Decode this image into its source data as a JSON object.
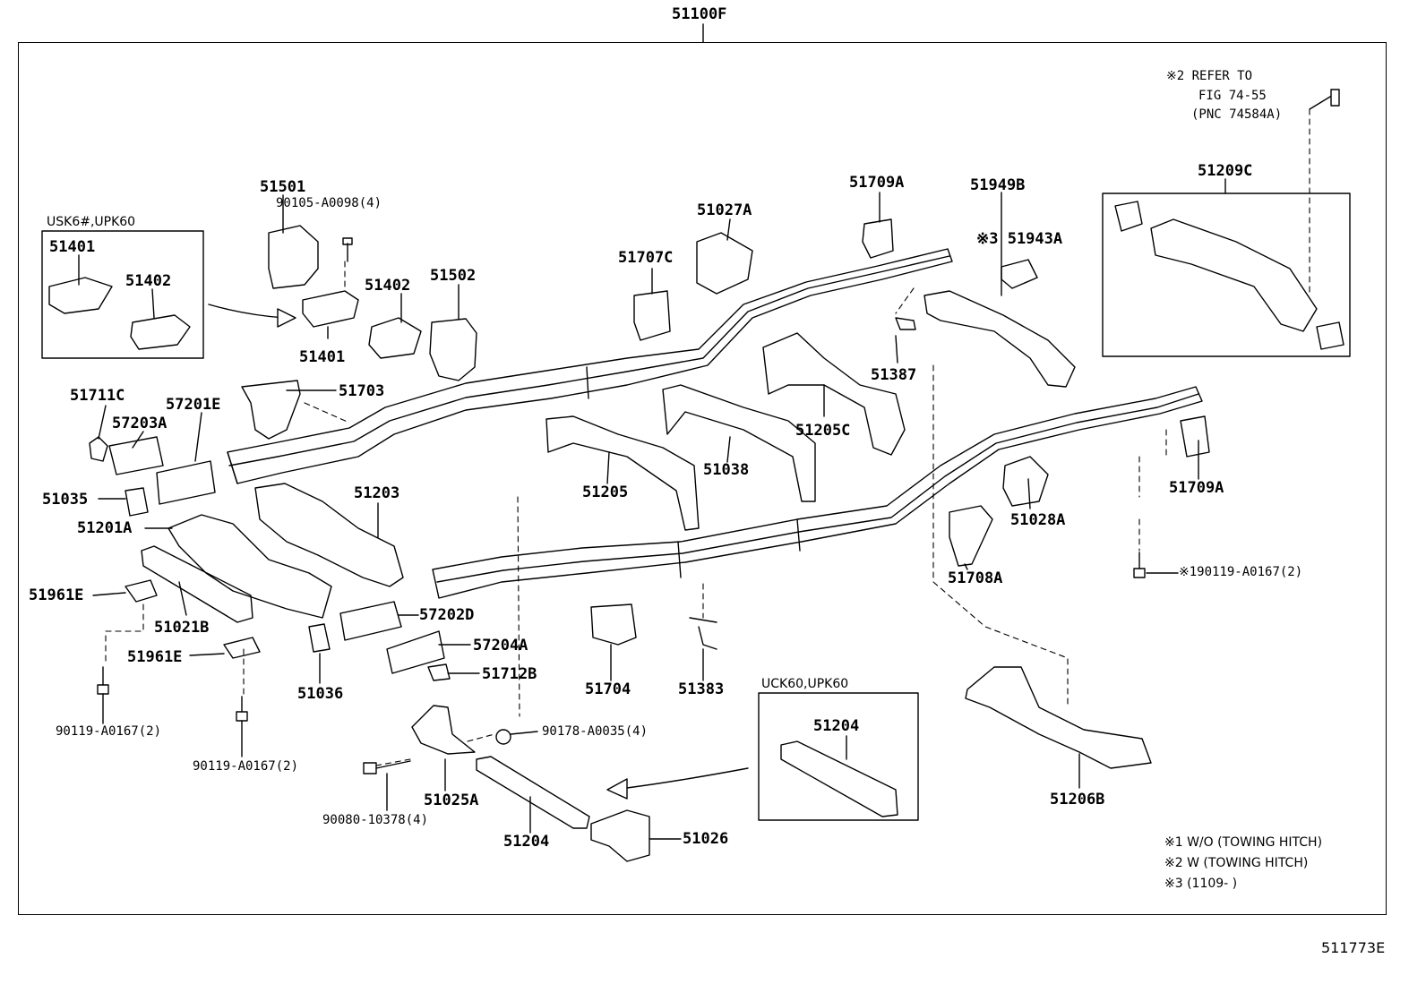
{
  "top_assembly": "51100F",
  "figure_code": "511773E",
  "refer_note": {
    "line1": "※2 REFER TO",
    "line2": "FIG 74-55",
    "line3": "(PNC 74584A)"
  },
  "boxes": {
    "usk": "USK6#,UPK60",
    "uck": "UCK60,UPK60"
  },
  "legend": [
    "※1 W/O (TOWING HITCH)",
    "※2 W (TOWING HITCH)",
    "※3 (1109-        )"
  ],
  "labels": [
    {
      "id": "p51401a",
      "text": "51401"
    },
    {
      "id": "p51402a",
      "text": "51402"
    },
    {
      "id": "p51501",
      "text": "51501"
    },
    {
      "id": "p90105",
      "text": "90105-A0098(4)"
    },
    {
      "id": "p51401b",
      "text": "51401"
    },
    {
      "id": "p51402b",
      "text": "51402"
    },
    {
      "id": "p51502",
      "text": "51502"
    },
    {
      "id": "p51707c",
      "text": "51707C"
    },
    {
      "id": "p51027a",
      "text": "51027A"
    },
    {
      "id": "p51709a1",
      "text": "51709A"
    },
    {
      "id": "p51949b",
      "text": "51949B"
    },
    {
      "id": "p51943a",
      "text": "※3 51943A"
    },
    {
      "id": "p51209c",
      "text": "51209C"
    },
    {
      "id": "p51387",
      "text": "51387"
    },
    {
      "id": "p51205c",
      "text": "51205C"
    },
    {
      "id": "p51711c",
      "text": "51711C"
    },
    {
      "id": "p57201e",
      "text": "57201E"
    },
    {
      "id": "p57203a",
      "text": "57203A"
    },
    {
      "id": "p51703",
      "text": "51703"
    },
    {
      "id": "p51035",
      "text": "51035"
    },
    {
      "id": "p51203",
      "text": "51203"
    },
    {
      "id": "p51201a",
      "text": "51201A"
    },
    {
      "id": "p51205",
      "text": "51205"
    },
    {
      "id": "p51038",
      "text": "51038"
    },
    {
      "id": "p51028a",
      "text": "51028A"
    },
    {
      "id": "p51709a2",
      "text": "51709A"
    },
    {
      "id": "p51961e1",
      "text": "51961E"
    },
    {
      "id": "p51021b",
      "text": "51021B"
    },
    {
      "id": "p57202d",
      "text": "57202D"
    },
    {
      "id": "p57204a",
      "text": "57204A"
    },
    {
      "id": "p51712b",
      "text": "51712B"
    },
    {
      "id": "p51961e2",
      "text": "51961E"
    },
    {
      "id": "p51036",
      "text": "51036"
    },
    {
      "id": "p51704",
      "text": "51704"
    },
    {
      "id": "p51383",
      "text": "51383"
    },
    {
      "id": "p51708a",
      "text": "51708A"
    },
    {
      "id": "p90119x",
      "text": "※190119-A0167(2)"
    },
    {
      "id": "p90119a",
      "text": "90119-A0167(2)"
    },
    {
      "id": "p90119b",
      "text": "90119-A0167(2)"
    },
    {
      "id": "p90178",
      "text": "90178-A0035(4)"
    },
    {
      "id": "p51025a",
      "text": "51025A"
    },
    {
      "id": "p90080",
      "text": "90080-10378(4)"
    },
    {
      "id": "p51204a",
      "text": "51204"
    },
    {
      "id": "p51026",
      "text": "51026"
    },
    {
      "id": "p51204b",
      "text": "51204"
    },
    {
      "id": "p51206b",
      "text": "51206B"
    }
  ]
}
